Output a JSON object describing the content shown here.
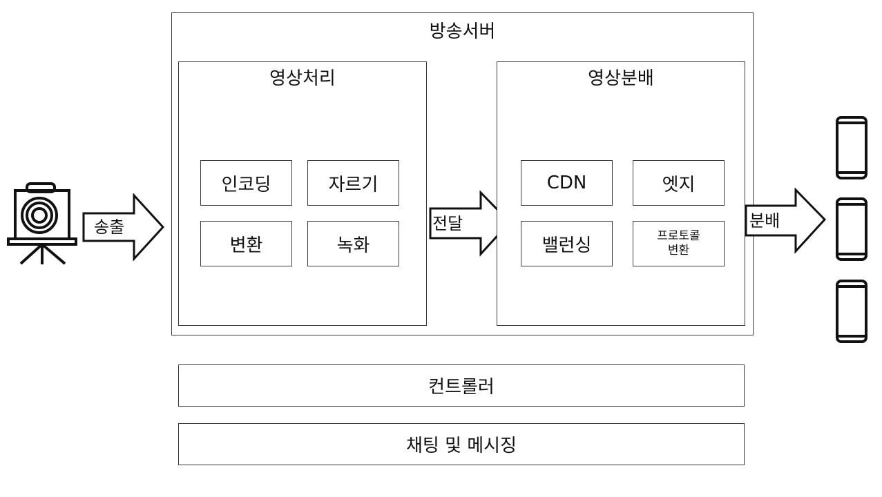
{
  "server": {
    "title": "방송서버",
    "processing": {
      "title": "영상처리",
      "items": [
        "인코딩",
        "자르기",
        "변환",
        "녹화"
      ]
    },
    "distribution": {
      "title": "영상분배",
      "items": [
        "CDN",
        "엣지",
        "밸런싱",
        "프로토콜\n변환"
      ]
    }
  },
  "arrows": {
    "send": "송출",
    "deliver": "전달",
    "distribute": "분배"
  },
  "controller": "컨트롤러",
  "chat": "채팅 및 메시징",
  "icons": {
    "source": "camera-icon",
    "clients": [
      "smartphone-icon",
      "smartphone-icon",
      "smartphone-icon"
    ]
  },
  "colors": {
    "stroke": "#111111",
    "border": "#3a3a3a",
    "background": "#ffffff"
  }
}
